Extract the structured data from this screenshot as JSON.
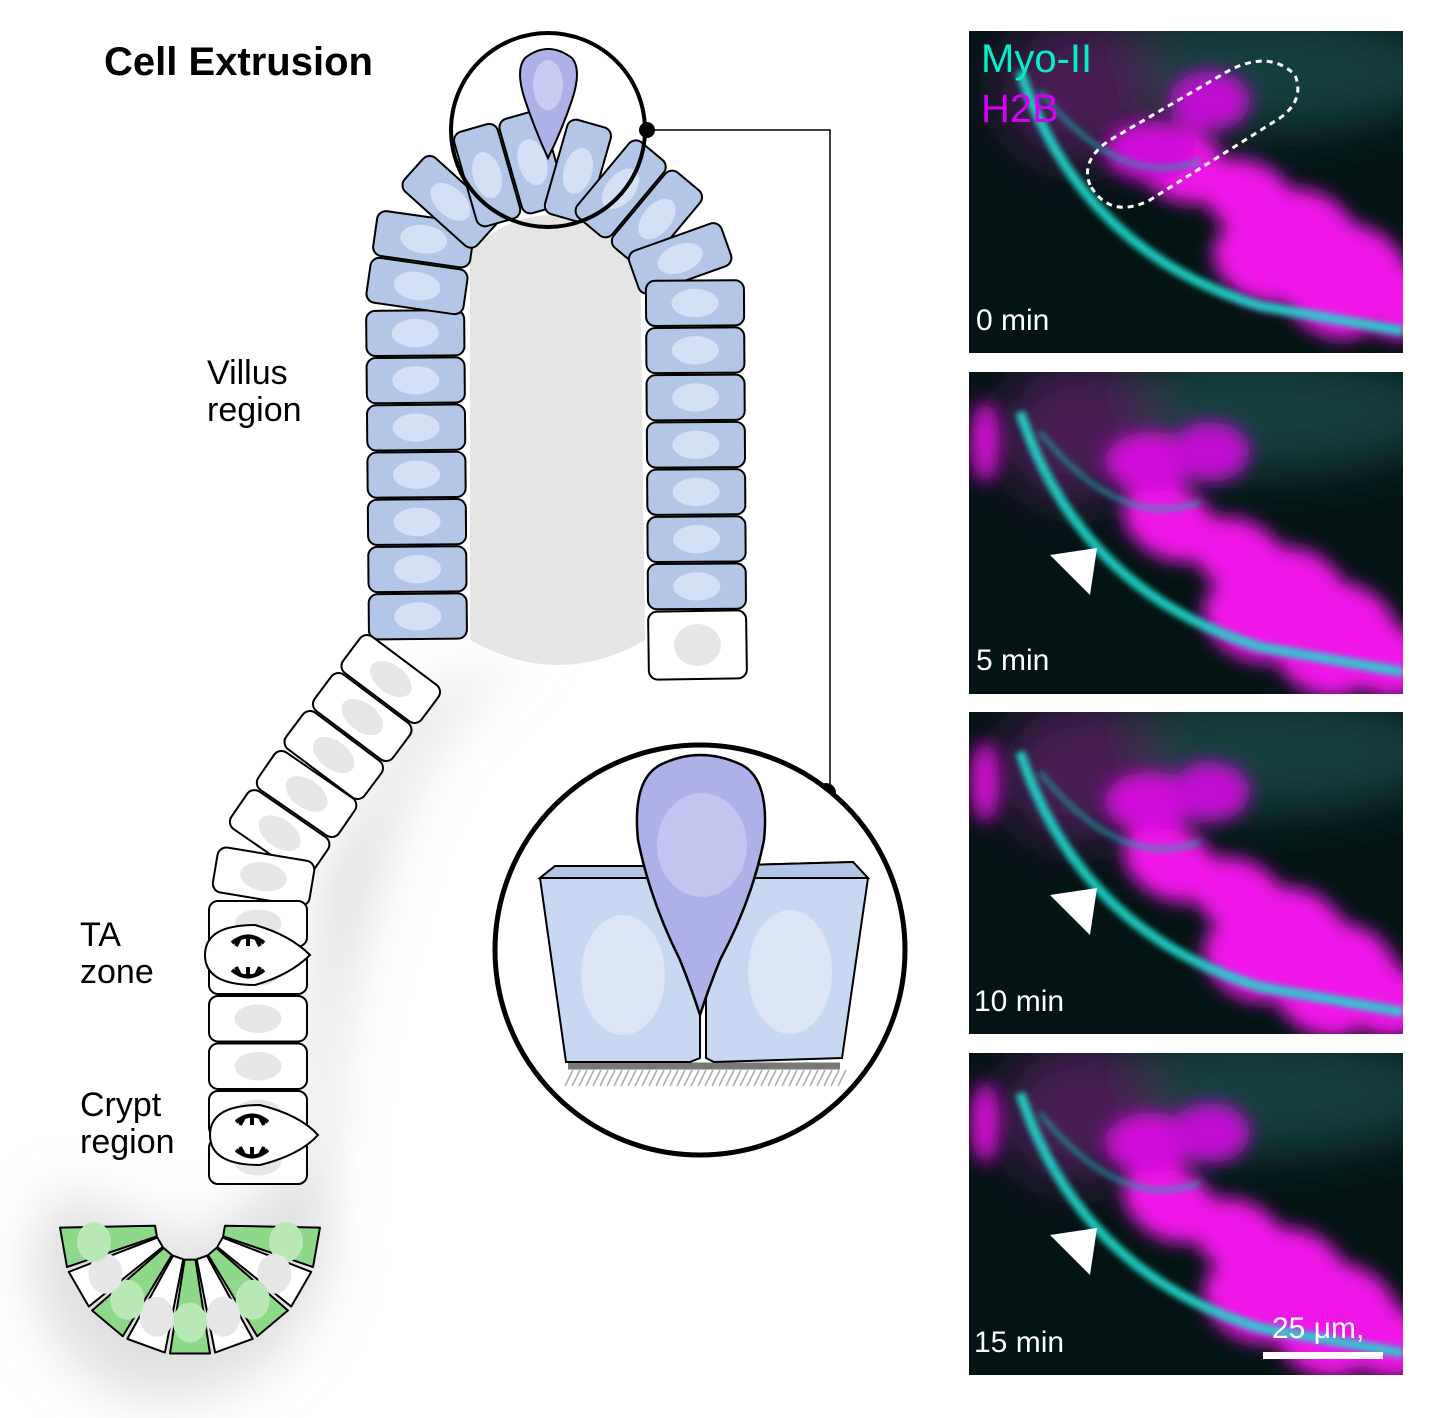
{
  "title": "Cell Extrusion",
  "regions": {
    "villus": [
      "Villus",
      "region"
    ],
    "ta": [
      "TA",
      "zone"
    ],
    "crypt": [
      "Crypt",
      "region"
    ]
  },
  "legend": {
    "channel1": "Myo-II",
    "channel2": "H2B",
    "channel1_color": "#00f0c8",
    "channel2_color": "#d400f0"
  },
  "panels": [
    {
      "time": "0 min"
    },
    {
      "time": "5 min"
    },
    {
      "time": "10 min"
    },
    {
      "time": "15 min"
    }
  ],
  "scale_bar": "25 μm,",
  "colors": {
    "villus_cell": "#b4c6e8",
    "crypt_cell": "#8ed88a",
    "extruding_cell": "#aeb0e8"
  }
}
